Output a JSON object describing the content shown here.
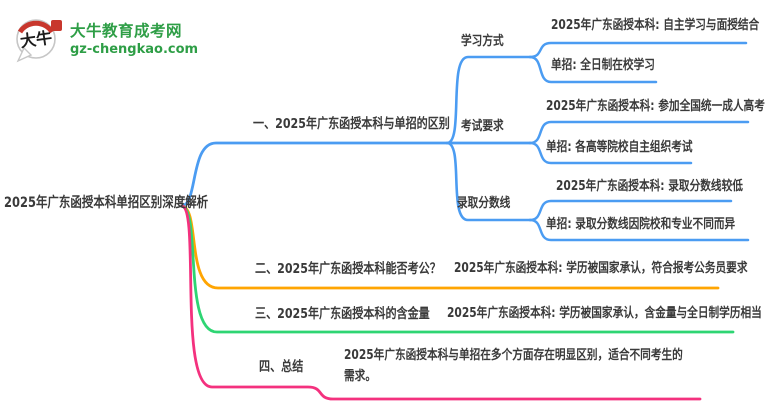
{
  "colors": {
    "blue": "#4b9cf2",
    "orange": "#ffa502",
    "green": "#2ed573",
    "pink": "#f4317e",
    "text": "#3a3a3a",
    "logo_green": "#2e9e46",
    "logo_red": "#c8372d"
  },
  "logo": {
    "badge_text": "大牛",
    "site_name": "大牛教育成考网",
    "site_url": "gz-chengkao.com"
  },
  "root": {
    "label": "2025年广东函授本科单招区别深度解析"
  },
  "branches": [
    {
      "label": "一、2025年广东函授本科与单招的区别",
      "children": [
        {
          "label": "学习方式",
          "leaves": [
            "2025年广东函授本科: 自主学习与面授结合",
            "单招: 全日制在校学习"
          ]
        },
        {
          "label": "考试要求",
          "leaves": [
            "2025年广东函授本科: 参加全国统一成人高考",
            "单招: 各高等院校自主组织考试"
          ]
        },
        {
          "label": "录取分数线",
          "leaves": [
            "2025年广东函授本科: 录取分数线较低",
            "单招: 录取分数线因院校和专业不同而异"
          ]
        }
      ]
    },
    {
      "label": "二、2025年广东函授本科能否考公？",
      "leaf": "2025年广东函授本科: 学历被国家承认，符合报考公务员要求"
    },
    {
      "label": "三、2025年广东函授本科的含金量",
      "leaf": "2025年广东函授本科: 学历被国家承认，含金量与全日制学历相当"
    },
    {
      "label": "四、总结",
      "leaf": "2025年广东函授本科与单招在多个方面存在明显区别，适合不同考生的需求。"
    }
  ]
}
